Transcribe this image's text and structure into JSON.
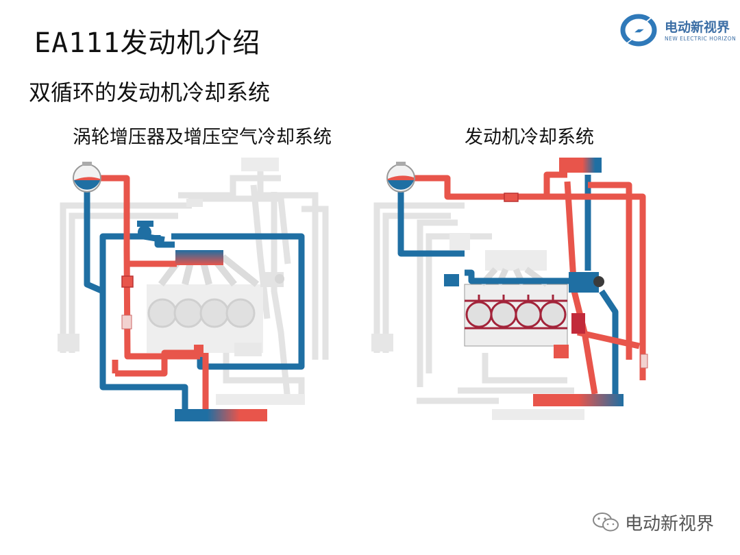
{
  "slide": {
    "title": "EA111发动机介绍",
    "subtitle": "双循环的发动机冷却系统"
  },
  "diagrams": {
    "left_caption": "涡轮增压器及增压空气冷却系统",
    "right_caption": "发动机冷却系统"
  },
  "logo": {
    "name": "电动新视界",
    "tagline": "NEW ELECTRIC HORIZON",
    "icon": "lightning-swirl-logo-icon"
  },
  "watermark": {
    "text": "电动新视界",
    "icon": "wechat-icon"
  },
  "colors": {
    "hot": "#e8554b",
    "cold": "#1f6fa3",
    "inactive": "#e2e2e2"
  }
}
